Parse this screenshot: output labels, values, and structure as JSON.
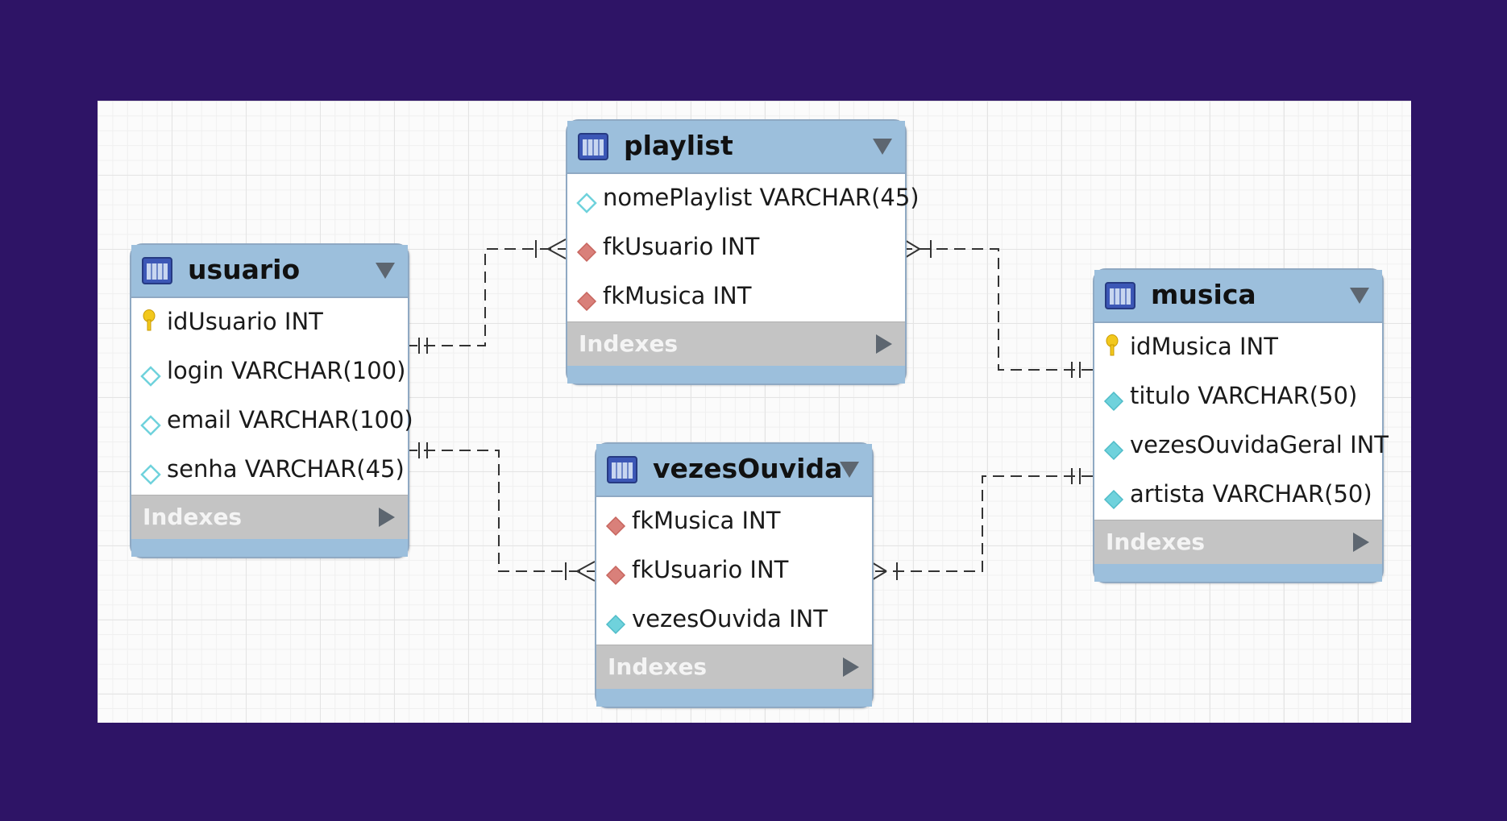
{
  "diagram": {
    "tables": [
      {
        "id": "usuario",
        "name": "usuario",
        "columns": [
          {
            "text": "idUsuario INT",
            "icon": "primary-key-icon"
          },
          {
            "text": "login VARCHAR(100)",
            "icon": "column-icon"
          },
          {
            "text": "email VARCHAR(100)",
            "icon": "column-icon"
          },
          {
            "text": "senha VARCHAR(45)",
            "icon": "column-icon"
          }
        ],
        "indexes_label": "Indexes"
      },
      {
        "id": "playlist",
        "name": "playlist",
        "columns": [
          {
            "text": "nomePlaylist VARCHAR(45)",
            "icon": "column-icon"
          },
          {
            "text": "fkUsuario INT",
            "icon": "foreign-key-icon"
          },
          {
            "text": "fkMusica INT",
            "icon": "foreign-key-icon"
          }
        ],
        "indexes_label": "Indexes"
      },
      {
        "id": "musica",
        "name": "musica",
        "columns": [
          {
            "text": "idMusica INT",
            "icon": "primary-key-icon"
          },
          {
            "text": "titulo VARCHAR(50)",
            "icon": "not-null-column-icon"
          },
          {
            "text": "vezesOuvidaGeral INT",
            "icon": "not-null-column-icon"
          },
          {
            "text": "artista VARCHAR(50)",
            "icon": "not-null-column-icon"
          }
        ],
        "indexes_label": "Indexes"
      },
      {
        "id": "vezesouvida",
        "name": "vezesOuvida",
        "columns": [
          {
            "text": "fkMusica INT",
            "icon": "foreign-key-icon"
          },
          {
            "text": "fkUsuario INT",
            "icon": "foreign-key-icon"
          },
          {
            "text": "vezesOuvida INT",
            "icon": "not-null-column-icon"
          }
        ],
        "indexes_label": "Indexes"
      }
    ],
    "relationships": [
      {
        "from": "usuario",
        "to": "playlist",
        "from_cardinality": "one-and-only-one",
        "to_cardinality": "one-or-many",
        "line": "dashed"
      },
      {
        "from": "musica",
        "to": "playlist",
        "from_cardinality": "one-and-only-one",
        "to_cardinality": "one-or-many",
        "line": "dashed"
      },
      {
        "from": "usuario",
        "to": "vezesOuvida",
        "from_cardinality": "one-and-only-one",
        "to_cardinality": "one-or-many",
        "line": "dashed"
      },
      {
        "from": "musica",
        "to": "vezesOuvida",
        "from_cardinality": "one-and-only-one",
        "to_cardinality": "one-or-many",
        "line": "dashed"
      }
    ],
    "colors": {
      "background": "#2e1466",
      "canvas": "#fbfbfb",
      "header": "#9cbfdc",
      "indexes": "#c4c4c4",
      "foreign_key": "#d9807a",
      "not_null": "#6fd2dc",
      "primary_key": "#f2c81d"
    }
  }
}
